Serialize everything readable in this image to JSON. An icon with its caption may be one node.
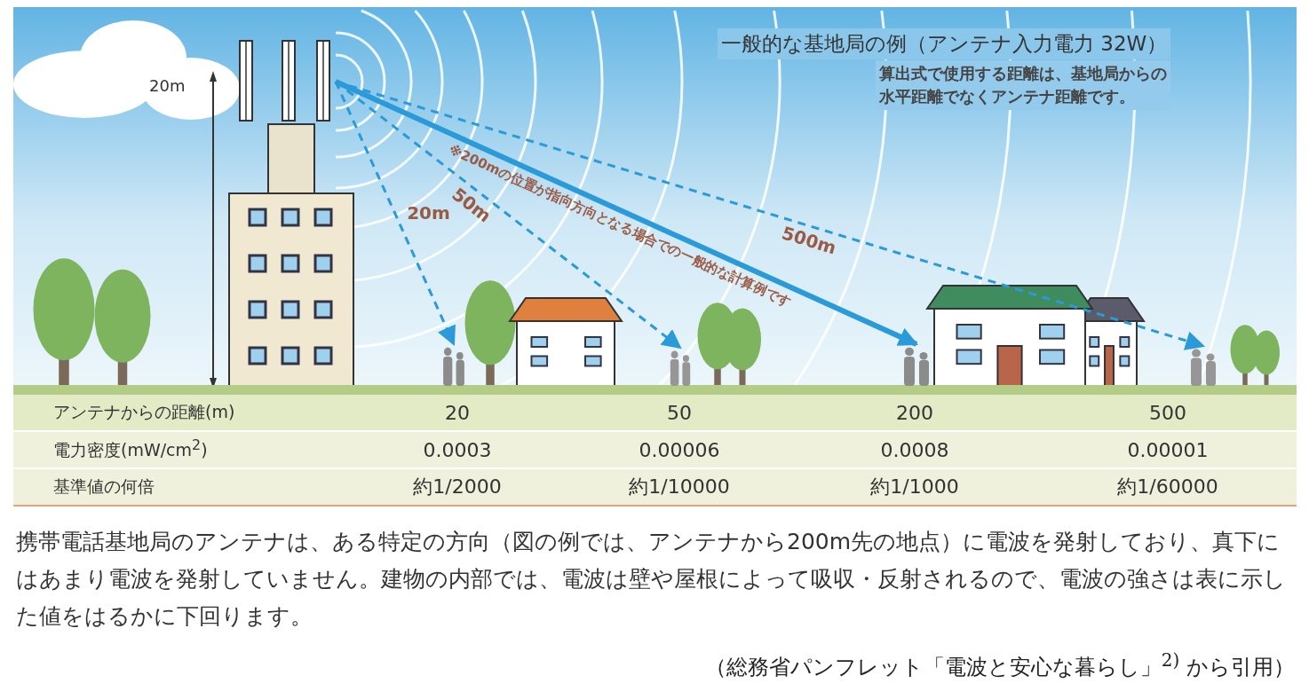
{
  "diagram": {
    "title": "一般的な基地局の例（アンテナ入力電力 32W）",
    "caption": "（総務省パンフレット「電波と安心な暮らし」$^{2)}$ から引用）",
    "nodes": [
      {
        "text": [],
        "shape": "picture"
      },
      {
        "text": [],
        "shape": "person"
      },
      {
        "text": [],
        "shape": "person"
      },
      {
        "text": [],
        "shape": "person"
      },
      {
        "text": [],
        "shape": "person"
      }
    ],
    "edges": [
      {
        "from": 0,
        "to": 1,
        "arrow": "to",
        "style": "dashed",
        "label": "20m"
      },
      {
        "from": 0,
        "to": 2,
        "arrow": "to",
        "style": "dashed",
        "label": "50m"
      },
      {
        "from": 0,
        "to": 3,
        "arrow": "to",
        "style": "thick",
        "label": "※200mの位置が指向方向となる場合での一般的な計算例です"
      },
      {
        "from": 0,
        "to": 4,
        "arrow": "to",
        "style": "dashed",
        "label": "500m"
      }
    ],
    "labels": [
      "20m",
      "算出式で使用する距離は、基地局からの水平距離でなくアンテナ距離です。",
      "アンテナからの距離(m)",
      "20",
      "50",
      "200",
      "500",
      "電力密度(mW/cm$^{2}$)",
      "0.0003",
      "0.00006",
      "0.0008",
      "0.00001",
      "基準値の何倍",
      "約1/2000",
      "約1/10000",
      "約1/1000",
      "約1/60000",
      "携帯電話基地局のアンテナは、ある特定の方向（図の例では、アンテナから200m先の地点）に電波を発射しており、真下にはあまり電波を発射していません。建物の内部では、電波は壁や屋根によって吸収・反射されるので、電波の強さは表に示した値をはるかに下回ります。"
    ]
  }
}
